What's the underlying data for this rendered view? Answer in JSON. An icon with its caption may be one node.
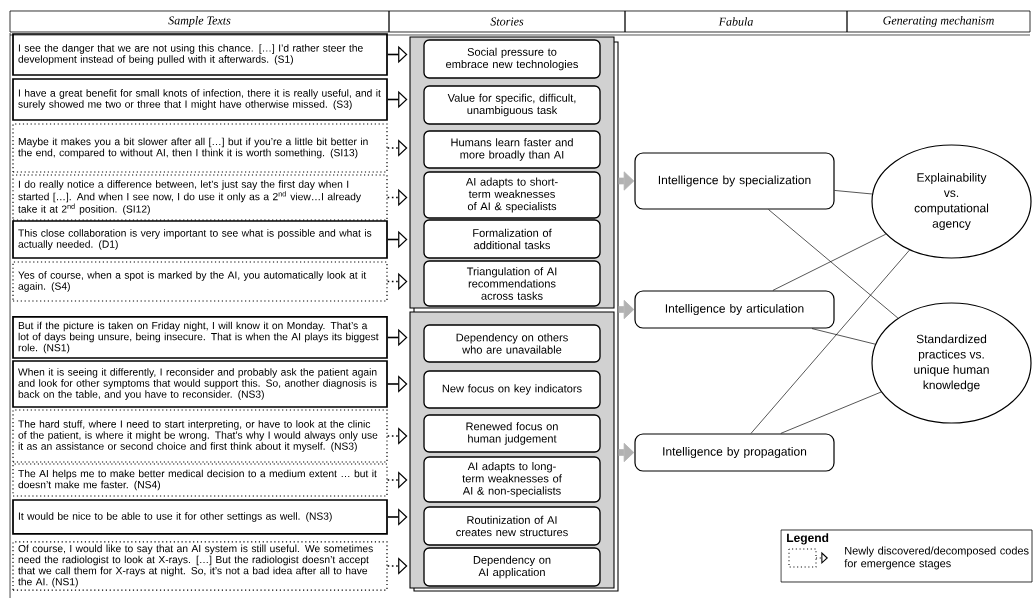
{
  "diagram": {
    "nodes": [
      {
        "text": [
          "I see the danger that we are not using this chance. […] I’d rather steer the development instead of being pulled with it afterwards. (S1)"
        ]
      },
      {
        "text": [
          "I have a great benefit for small knots of infection, there it is really useful, and it surely showed me two or three that I might have otherwise missed. (S3)"
        ]
      },
      {
        "text": [
          "Maybe it makes you a bit slower after all […] but if you’re a little bit better in the end, compared to without AI, then I think it is worth something. (SI13)"
        ]
      },
      {
        "text": [
          "I do really notice a difference between, let’s just say the first day when I started […]. And when I see now, I do use it only as a 2$^{nd}$ view…I already take it at 2$^{nd}$ position. (SI12)"
        ]
      },
      {
        "text": [
          "This close collaboration is very important to see what is possible and what is actually needed. (D1)"
        ]
      },
      {
        "text": [
          "Yes of course, when a spot is marked by the AI, you automatically look at it again. (S4)"
        ]
      },
      {
        "text": [
          "But if the picture is taken on Friday night, I will know it on Monday. That’s a lot of days being unsure, being insecure. That is when the AI plays its biggest role. (NS1)"
        ]
      },
      {
        "text": [
          "When it is seeing it differently, I reconsider and probably ask the patient again and look for other symptoms that would support this. So, another diagnosis is back on the table, and you have to reconsider. (NS3)"
        ]
      },
      {
        "text": [
          "The hard stuff, where I need to start interpreting, or have to look at the clinic of the patient, is where it might be wrong. That’s why I would always only use it as an assistance or second choice and first think about it myself. (NS3)"
        ]
      },
      {
        "text": [
          "The AI helps me to make better medical decision to a medium extent … but it doesn’t make me faster. (NS4)"
        ]
      },
      {
        "text": [
          "It would be nice to be able to use it for other settings as well. (NS3)"
        ]
      },
      {
        "text": [
          "Of course, I would like to say that an AI system is still useful. We sometimes need the radiologist to look at X-rays. […] But the radiologist doesn’t accept that we call them for X-rays at night. So, it’s not a bad idea after all to have the AI. (NS1)"
        ]
      },
      {
        "text": [],
        "shape": "box"
      },
      {
        "text": [
          "Social pressure to embrace new technologies"
        ],
        "in": 12
      },
      {
        "text": [
          "Value for specific, difficult, unambiguous task"
        ],
        "in": 12
      },
      {
        "text": [
          "Humans learn faster and more broadly than AI"
        ],
        "in": 12
      },
      {
        "text": [
          "AI adapts to short-term weaknesses of AI & specialists"
        ],
        "in": 12
      },
      {
        "text": [
          "Formalization of additional tasks"
        ],
        "in": 12
      },
      {
        "text": [
          "Triangulation of AI recommendations across tasks"
        ],
        "in": 12
      },
      {
        "text": [],
        "shape": "box"
      },
      {
        "text": [
          "Dependency on others who are unavailable"
        ],
        "in": 19
      },
      {
        "text": [
          "New focus on key indicators"
        ],
        "in": 19
      },
      {
        "text": [
          "Renewed focus on human judgement"
        ],
        "in": 19
      },
      {
        "text": [
          "AI adapts to long-term weaknesses of AI & non-specialists"
        ],
        "in": 19
      },
      {
        "text": [
          "Routinization of AI creates new structures"
        ],
        "in": 19
      },
      {
        "text": [
          "Dependency on AI application"
        ],
        "in": 19
      },
      {
        "text": [
          "Intelligence by specialization"
        ]
      },
      {
        "text": [
          "Intelligence by articulation"
        ]
      },
      {
        "text": [
          "Intelligence by propagation"
        ]
      },
      {
        "text": [
          "Explainability vs. computational agency"
        ]
      },
      {
        "text": [
          "Standardized practices vs. unique human knowledge"
        ]
      }
    ],
    "edges": [
      {
        "from": 0,
        "to": 12,
        "arrow": "to"
      },
      {
        "from": 1,
        "to": 12,
        "arrow": "to"
      },
      {
        "from": 2,
        "to": 12,
        "arrow": "to",
        "style": "dashed"
      },
      {
        "from": 3,
        "to": 12,
        "arrow": "to",
        "style": "dashed"
      },
      {
        "from": 4,
        "to": 12,
        "arrow": "to"
      },
      {
        "from": 5,
        "to": 12,
        "arrow": "to",
        "style": "dashed"
      },
      {
        "from": 6,
        "to": 19,
        "arrow": "to"
      },
      {
        "from": 7,
        "to": 19,
        "arrow": "to"
      },
      {
        "from": 8,
        "to": 19,
        "arrow": "to",
        "style": "dashed"
      },
      {
        "from": 9,
        "to": 19,
        "arrow": "to",
        "style": "dashed"
      },
      {
        "from": 10,
        "to": 19,
        "arrow": "to"
      },
      {
        "from": 11,
        "to": 19,
        "arrow": "to",
        "style": "dashed"
      },
      {
        "from": 12,
        "to": 26,
        "arrow": "to",
        "style": "thick",
        "color": "#b2b2b2"
      },
      {
        "from": 19,
        "to": 27,
        "arrow": "to",
        "style": "thick",
        "color": "#b2b2b2"
      },
      {
        "from": 19,
        "to": 28,
        "arrow": "to",
        "style": "thick",
        "color": "#b2b2b2"
      },
      {
        "from": 26,
        "to": 29,
        "arrow": "none"
      },
      {
        "from": 26,
        "to": 30,
        "arrow": "none"
      },
      {
        "from": 27,
        "to": 29,
        "arrow": "none"
      },
      {
        "from": 27,
        "to": 30,
        "arrow": "none"
      },
      {
        "from": 28,
        "to": 29,
        "arrow": "none"
      },
      {
        "from": 28,
        "to": 30,
        "arrow": "none"
      }
    ],
    "labels": [
      "Sample Texts",
      "Stories",
      "Fabula",
      "Generating mechanism",
      "Legend"
    ],
    "legend": [
      {
        "text": "Newly discovered/decomposed codes for emergence stages"
      }
    ]
  }
}
